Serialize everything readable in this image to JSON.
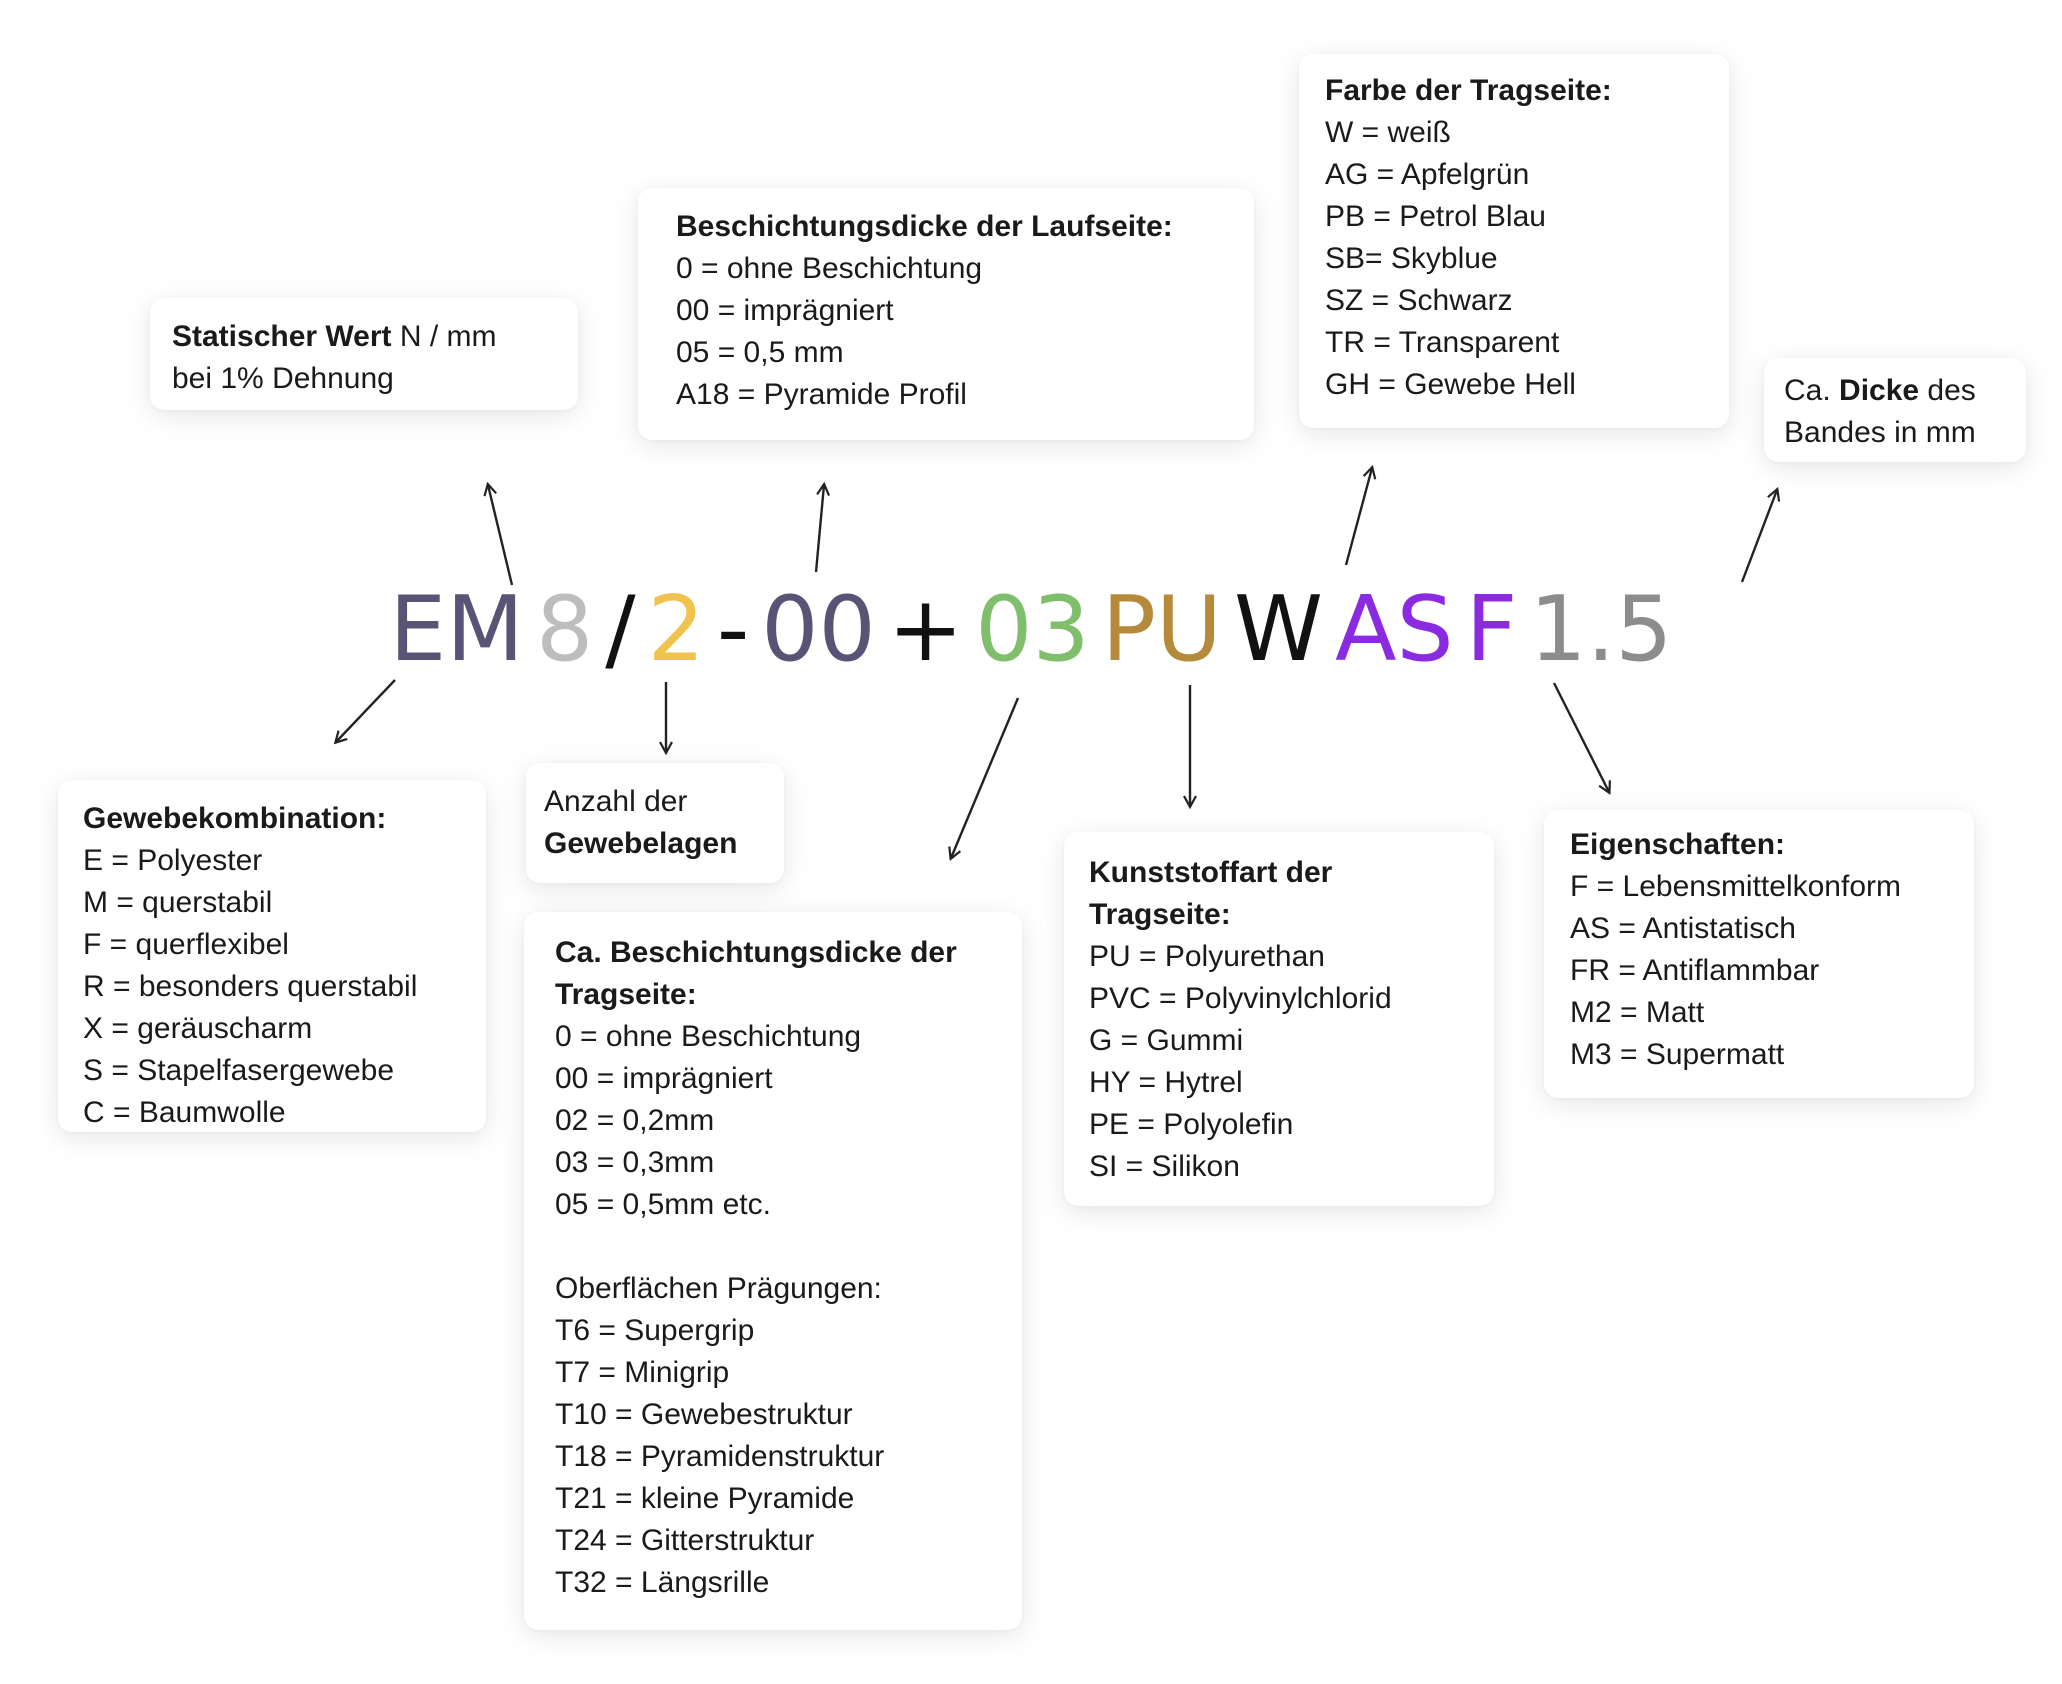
{
  "code": {
    "parts": [
      {
        "text": "EM",
        "color": "#575475"
      },
      {
        "text": "8",
        "color": "#bdbdbd"
      },
      {
        "text": "/",
        "color": "#111111"
      },
      {
        "text": "2",
        "color": "#f2c24f"
      },
      {
        "text": "-",
        "color": "#111111"
      },
      {
        "text": "00",
        "color": "#575475"
      },
      {
        "text": "+",
        "color": "#111111"
      },
      {
        "text": "03",
        "color": "#7fbf6c"
      },
      {
        "text": "PU",
        "color": "#b58b3b"
      },
      {
        "text": "W",
        "color": "#111111"
      },
      {
        "text": "AS",
        "color": "#8a2be2"
      },
      {
        "text": "F",
        "color": "#8a2be2"
      },
      {
        "text": "1.5",
        "color": "#8c8c8c"
      }
    ]
  },
  "cards": {
    "statisch": {
      "bold": "Statischer Wert",
      "rest": " N / mm",
      "line2": "bei 1% Dehnung"
    },
    "laufseite": {
      "title": "Beschichtungsdicke der Laufseite:",
      "items": [
        "0 = ohne Beschichtung",
        "00 = imprägniert",
        "05 = 0,5 mm",
        "A18 = Pyramide Profil"
      ]
    },
    "farbe": {
      "title": "Farbe der Tragseite:",
      "items": [
        "W = weiß",
        "AG = Apfelgrün",
        "PB = Petrol Blau",
        "SB= Skyblue",
        "SZ = Schwarz",
        "TR = Transparent",
        "GH = Gewebe Hell"
      ]
    },
    "dicke": {
      "pre": "Ca. ",
      "bold": "Dicke",
      "post": " des",
      "line2": "Bandes in mm"
    },
    "gewebe": {
      "title": "Gewebekombination:",
      "items": [
        "E = Polyester",
        "M = querstabil",
        "F = querflexibel",
        "R = besonders querstabil",
        "X = geräuscharm",
        "S = Stapelfasergewebe",
        "C = Baumwolle"
      ]
    },
    "anzahl": {
      "line1": "Anzahl der",
      "bold": "Gewebelagen"
    },
    "tragdicke": {
      "title1": "Ca. Beschichtungsdicke der",
      "title2": "Tragseite:",
      "items": [
        "0 = ohne Beschichtung",
        "00 = imprägniert",
        "02 = 0,2mm",
        "03 = 0,3mm",
        "05 = 0,5mm etc."
      ],
      "subtitle": "Oberflächen Prägungen:",
      "items2": [
        "T6 = Supergrip",
        "T7 = Minigrip",
        "T10 = Gewebestruktur",
        "T18 = Pyramidenstruktur",
        "T21 = kleine Pyramide",
        "T24 = Gitterstruktur",
        "T32 = Längsrille"
      ]
    },
    "kunststoff": {
      "title1": "Kunststoffart der",
      "title2": "Tragseite:",
      "items": [
        "PU = Polyurethan",
        "PVC = Polyvinylchlorid",
        "G = Gummi",
        "HY = Hytrel",
        "PE = Polyolefin",
        "SI = Silikon"
      ]
    },
    "eigen": {
      "title": "Eigenschaften:",
      "items": [
        "F = Lebensmittelkonform",
        "AS = Antistatisch",
        "FR = Antiflammbar",
        "M2 = Matt",
        "M3 = Supermatt"
      ]
    }
  }
}
